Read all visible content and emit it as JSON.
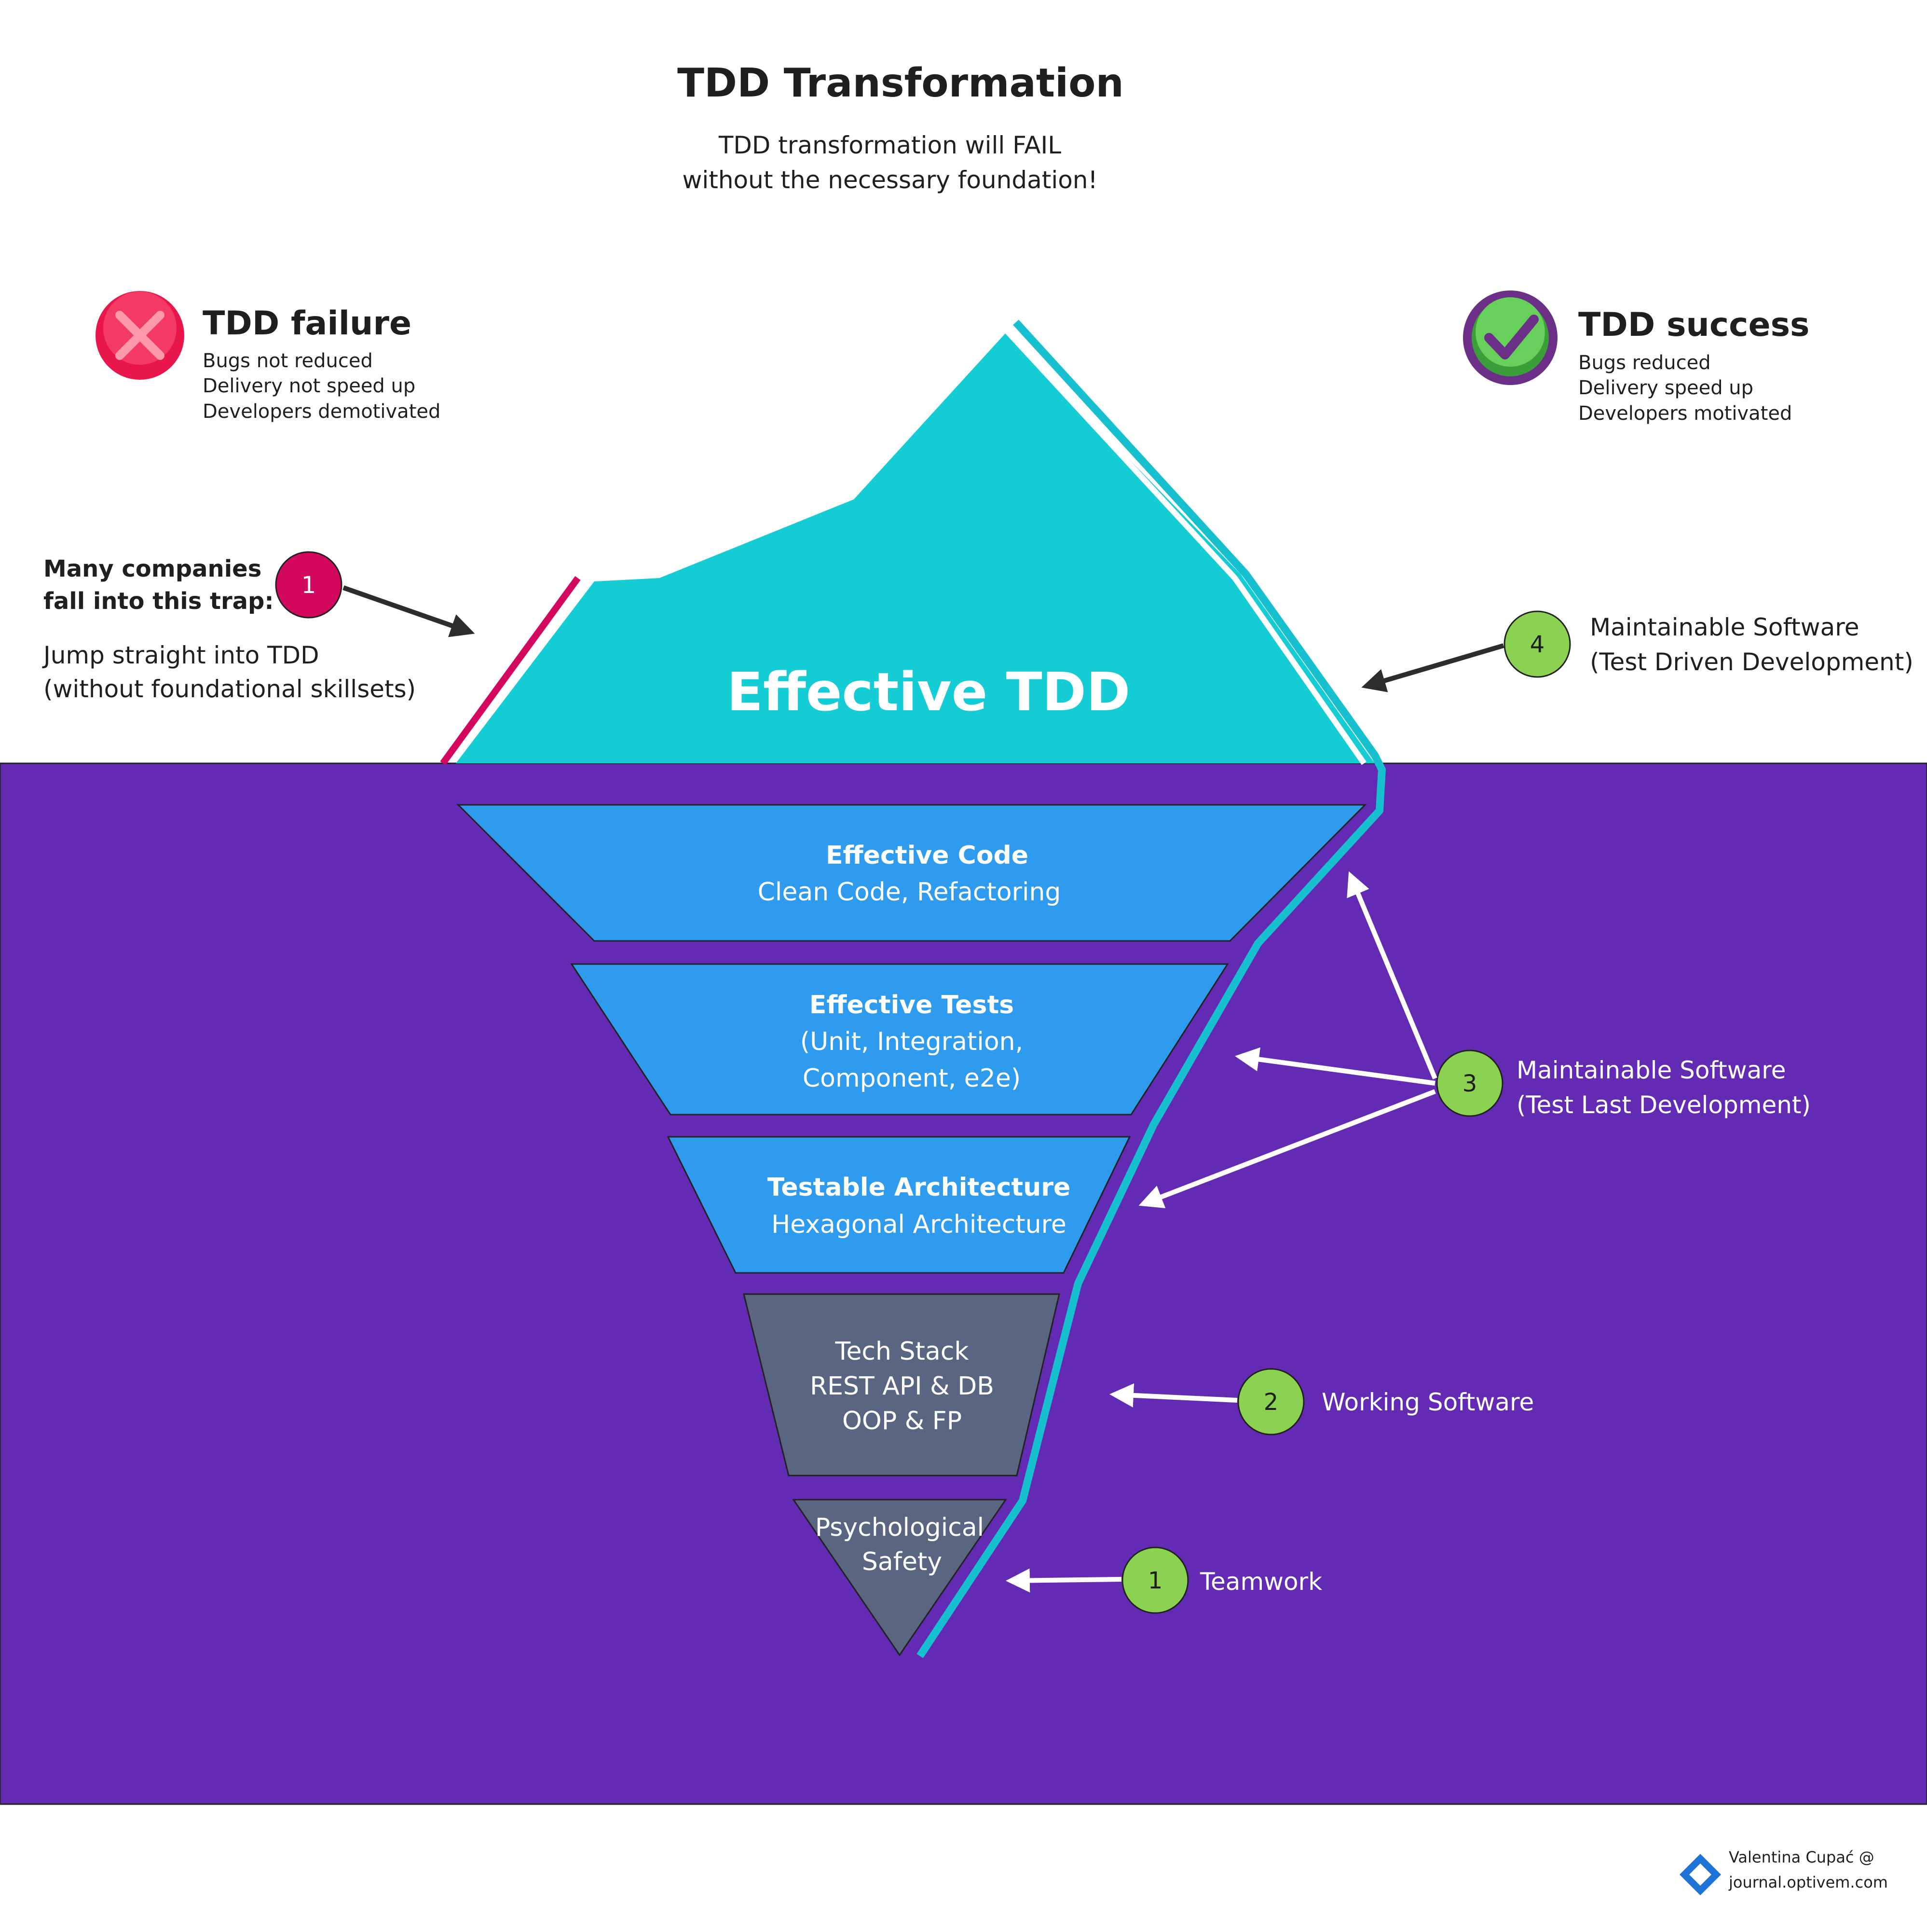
{
  "title": "TDD Transformation",
  "subtitle": {
    "line1": "TDD transformation will FAIL",
    "line2": "without the necessary foundation!"
  },
  "failure": {
    "icon": "x-circle-icon",
    "heading": "TDD failure",
    "items": [
      "Bugs not reduced",
      "Delivery not speed up",
      "Developers demotivated"
    ]
  },
  "success": {
    "icon": "check-circle-icon",
    "heading": "TDD success",
    "items": [
      "Bugs reduced",
      "Delivery speed up",
      "Developers motivated"
    ]
  },
  "trap": {
    "bold_line1": "Many companies",
    "bold_line2": "fall into this trap:",
    "line1": "Jump straight into TDD",
    "line2": "(without foundational skillsets)",
    "badge": "1"
  },
  "iceberg_tip": "Effective TDD",
  "layers": [
    {
      "bold": "Effective Code",
      "lines": [
        "Clean Code, Refactoring"
      ]
    },
    {
      "bold": "Effective Tests",
      "lines": [
        "(Unit, Integration,",
        "Component, e2e)"
      ]
    },
    {
      "bold": "Testable Architecture",
      "lines": [
        "Hexagonal Architecture"
      ]
    },
    {
      "bold": "",
      "lines": [
        "Tech Stack",
        "REST API & DB",
        "OOP & FP"
      ]
    },
    {
      "bold": "",
      "lines": [
        "Psychological",
        "Safety"
      ]
    }
  ],
  "annotations": [
    {
      "badge": "4",
      "line1": "Maintainable Software",
      "line2": "(Test Driven Development)"
    },
    {
      "badge": "3",
      "line1": "Maintainable Software",
      "line2": "(Test Last Development)"
    },
    {
      "badge": "2",
      "line1": "Working Software"
    },
    {
      "badge": "1",
      "line1": "Teamwork"
    }
  ],
  "credit": {
    "icon": "optivem-logo-icon",
    "line1": "Valentina Cupać @",
    "line2": "journal.optivem.com"
  },
  "colors": {
    "water": "#632ab4",
    "tip": "#14ccd4",
    "layer_blue": "#2f9bef",
    "layer_gray": "#5a6581",
    "green_badge": "#8bd152",
    "pink": "#d3085e",
    "outline_cyan": "#16c0cf"
  }
}
